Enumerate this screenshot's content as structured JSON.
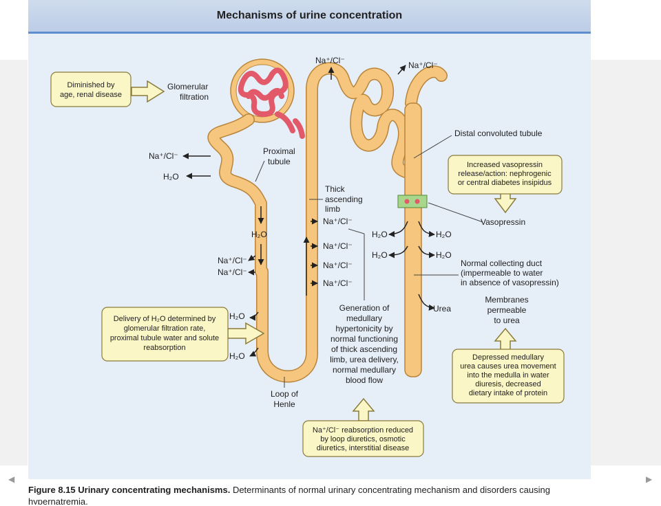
{
  "figure": {
    "title": "Mechanisms of urine concentration",
    "labels": {
      "glomerular_filtration": [
        "Glomerular",
        "filtration"
      ],
      "proximal_tubule": [
        "Proximal",
        "tubule"
      ],
      "thick_ascending_limb": [
        "Thick",
        "ascending",
        "limb"
      ],
      "distal_convoluted_tubule": "Distal convoluted tubule",
      "vasopressin": "Vasopressin",
      "loop_of_henle": [
        "Loop of",
        "Henle"
      ],
      "collecting_duct": [
        "Normal collecting duct",
        "(impermeable to water",
        "in absence of vasopressin)"
      ],
      "membranes": [
        "Membranes",
        "permeable",
        "to urea"
      ],
      "generation": [
        "Generation of",
        "medullary",
        "hypertonicity by",
        "normal functioning",
        "of thick ascending",
        "limb, urea delivery,",
        "normal medullary",
        "blood flow"
      ],
      "urea": "Urea"
    },
    "ion_labels": {
      "nacl": "Na⁺/Cl⁻",
      "h2o": "H₂O"
    },
    "boxes": {
      "diminished": [
        "Diminished by",
        "age, renal disease"
      ],
      "vasopressin_box": [
        "Increased vasopressin",
        "release/action: nephrogenic",
        "or central diabetes insipidus"
      ],
      "delivery": [
        "Delivery of H₂O determined by",
        "glomerular filtration rate,",
        "proximal tubule water and solute",
        "reabsorption"
      ],
      "depressed": [
        "Depressed medullary",
        "urea causes urea movement",
        "into the medulla in water",
        "diuresis, decreased",
        "dietary intake of protein"
      ],
      "nacl_reduced": [
        "Na⁺/Cl⁻ reabsorption reduced",
        "by loop diuretics, osmotic",
        "diuretics, interstitial disease"
      ]
    }
  },
  "caption": {
    "bold": "Figure 8.15 Urinary concentrating mechanisms.",
    "text": " Determinants of normal urinary concentrating mechanism and disorders causing hypernatremia."
  },
  "colors": {
    "tubule": "#f6c67e",
    "tubule_edge": "#b8843a",
    "glomerulus": "#e2596a",
    "box_fill": "#fbf6c6",
    "box_edge": "#8a7a3a",
    "panel": "#e6eef8",
    "header_border": "#5d8ed0",
    "marker_fill": "#a8d68a",
    "marker_dot": "#e2596a"
  },
  "icons": {
    "scroll_left": "◀",
    "scroll_right": "▶"
  }
}
